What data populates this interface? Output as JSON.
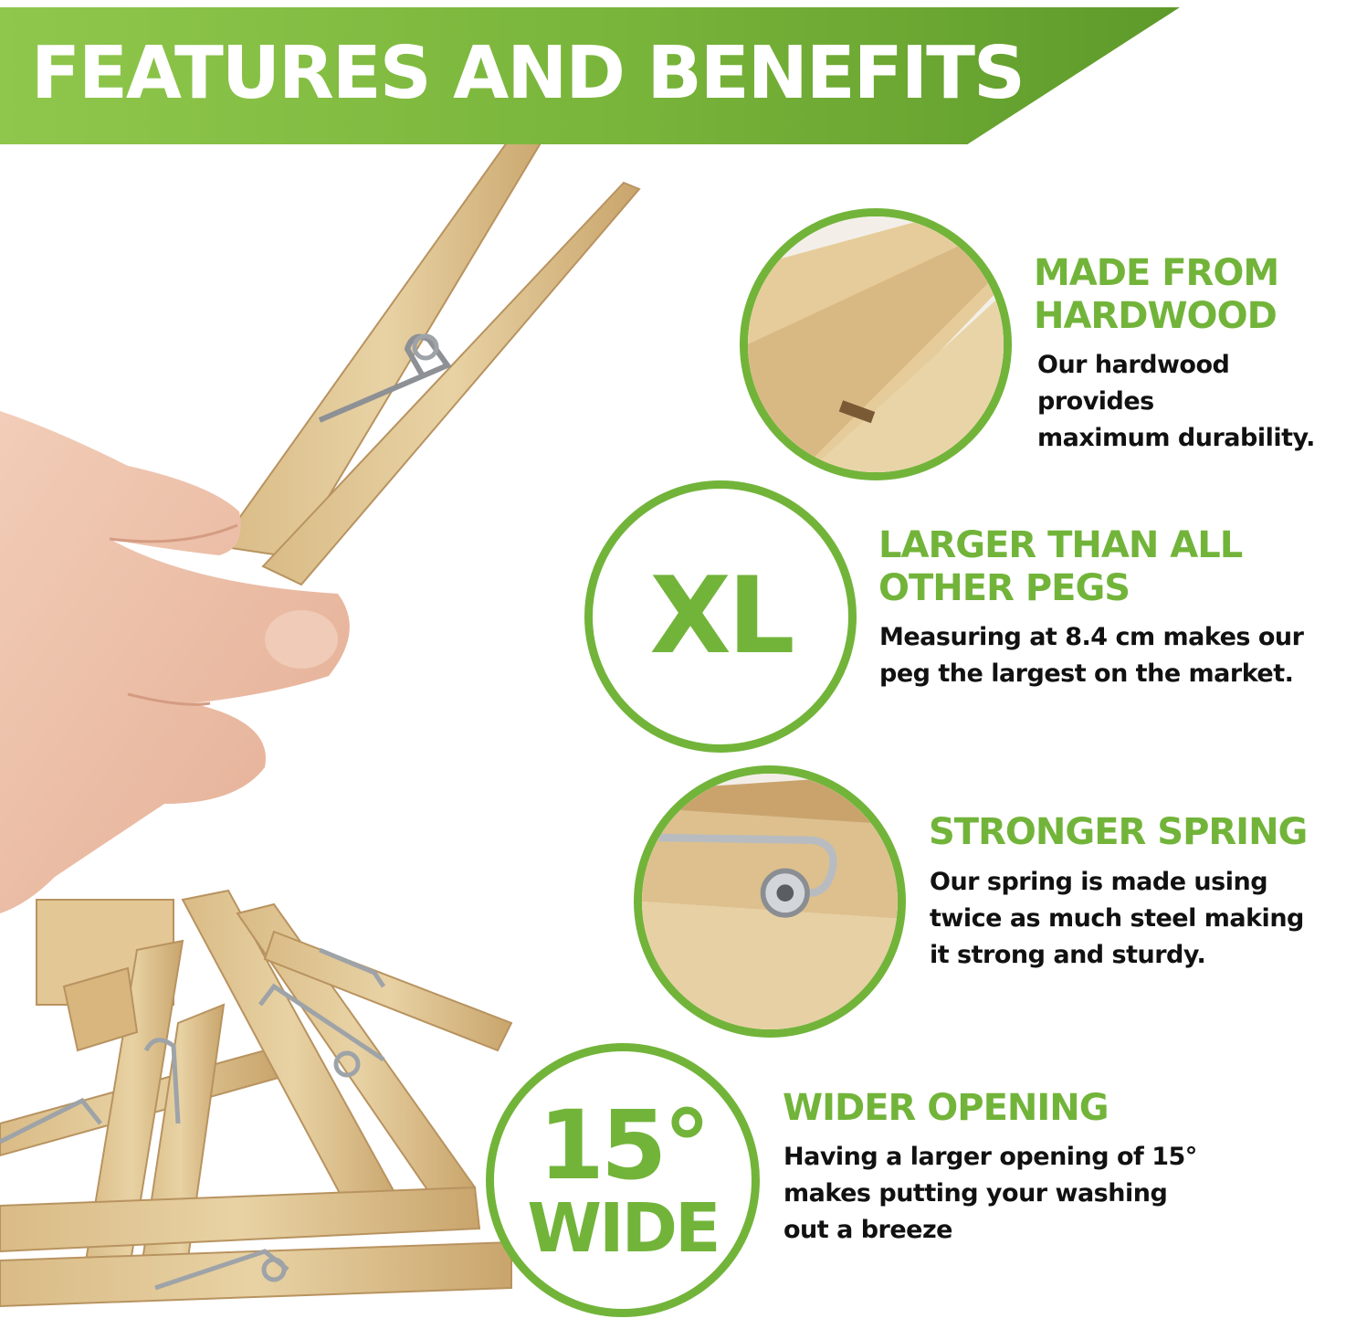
{
  "banner": {
    "title": "FEATURES AND BENEFITS"
  },
  "features": [
    {
      "icon": "hardwood-closeup-icon",
      "heading": [
        "MADE FROM",
        "HARDWOOD"
      ],
      "body": [
        "Our hardwood provides",
        "maximum durability."
      ]
    },
    {
      "badge": "XL",
      "heading": [
        "LARGER THAN ALL",
        "OTHER PEGS"
      ],
      "body": [
        "Measuring at 8.4 cm makes our",
        "peg the largest on the market."
      ]
    },
    {
      "icon": "spring-closeup-icon",
      "heading": [
        "STRONGER SPRING"
      ],
      "body": [
        "Our spring is made using",
        "twice as much steel making",
        "it strong and sturdy."
      ]
    },
    {
      "badge": [
        "15°",
        "WIDE"
      ],
      "heading": [
        "WIDER OPENING"
      ],
      "body": [
        "Having a larger opening of 15°",
        "makes putting your washing",
        "out a breeze"
      ]
    }
  ],
  "colors": {
    "accent": "#72b43a",
    "banner_start": "#8fc74c",
    "banner_end": "#5e9a2a",
    "text": "#111111"
  }
}
